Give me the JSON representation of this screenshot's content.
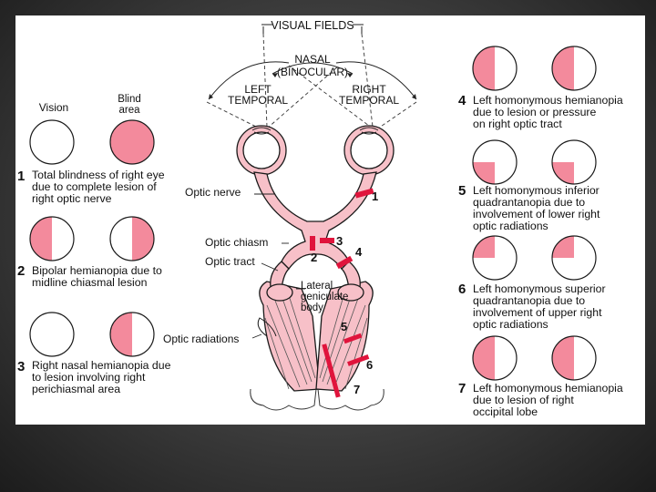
{
  "header": {
    "visual_fields": "VISUAL FIELDS",
    "nasal": "NASAL",
    "binocular": "(BINOCULAR)",
    "left_temporal": [
      "LEFT",
      "TEMPORAL"
    ],
    "right_temporal": [
      "RIGHT",
      "TEMPORAL"
    ]
  },
  "column_headers": {
    "vision": "Vision",
    "blind_area": [
      "Blind",
      "area"
    ]
  },
  "anatomy": {
    "optic_nerve": "Optic nerve",
    "optic_chiasm": "Optic chiasm",
    "optic_tract": "Optic tract",
    "lgb": [
      "Lateral",
      "geniculate",
      "body"
    ],
    "optic_radiations": "Optic radiations"
  },
  "lesion_marks": [
    "1",
    "2",
    "3",
    "4",
    "5",
    "6",
    "7"
  ],
  "lesions": [
    {
      "num": "1",
      "lines": [
        "Total blindness of right eye",
        "due to complete lesion of",
        "right optic nerve"
      ]
    },
    {
      "num": "2",
      "lines": [
        "Bipolar hemianopia due to",
        "midline chiasmal lesion"
      ]
    },
    {
      "num": "3",
      "lines": [
        "Right nasal hemianopia due",
        "to lesion involving right",
        "perichiasmal area"
      ]
    },
    {
      "num": "4",
      "lines": [
        "Left homonymous hemianopia",
        "due to lesion or pressure",
        "on right optic tract"
      ]
    },
    {
      "num": "5",
      "lines": [
        "Left homonymous inferior",
        "quadrantanopia due to",
        "involvement of lower right",
        "optic radiations"
      ]
    },
    {
      "num": "6",
      "lines": [
        "Left homonymous superior",
        "quadrantanopia due to",
        "involvement of upper right",
        "optic radiations"
      ]
    },
    {
      "num": "7",
      "lines": [
        "Left homonymous hemianopia",
        "due to lesion of right",
        "occipital lobe"
      ]
    }
  ],
  "colors": {
    "blind": "#f38a9c",
    "tissue": "#f7c0c8",
    "lesion": "#e0143c",
    "outline": "#1a1a1a"
  }
}
